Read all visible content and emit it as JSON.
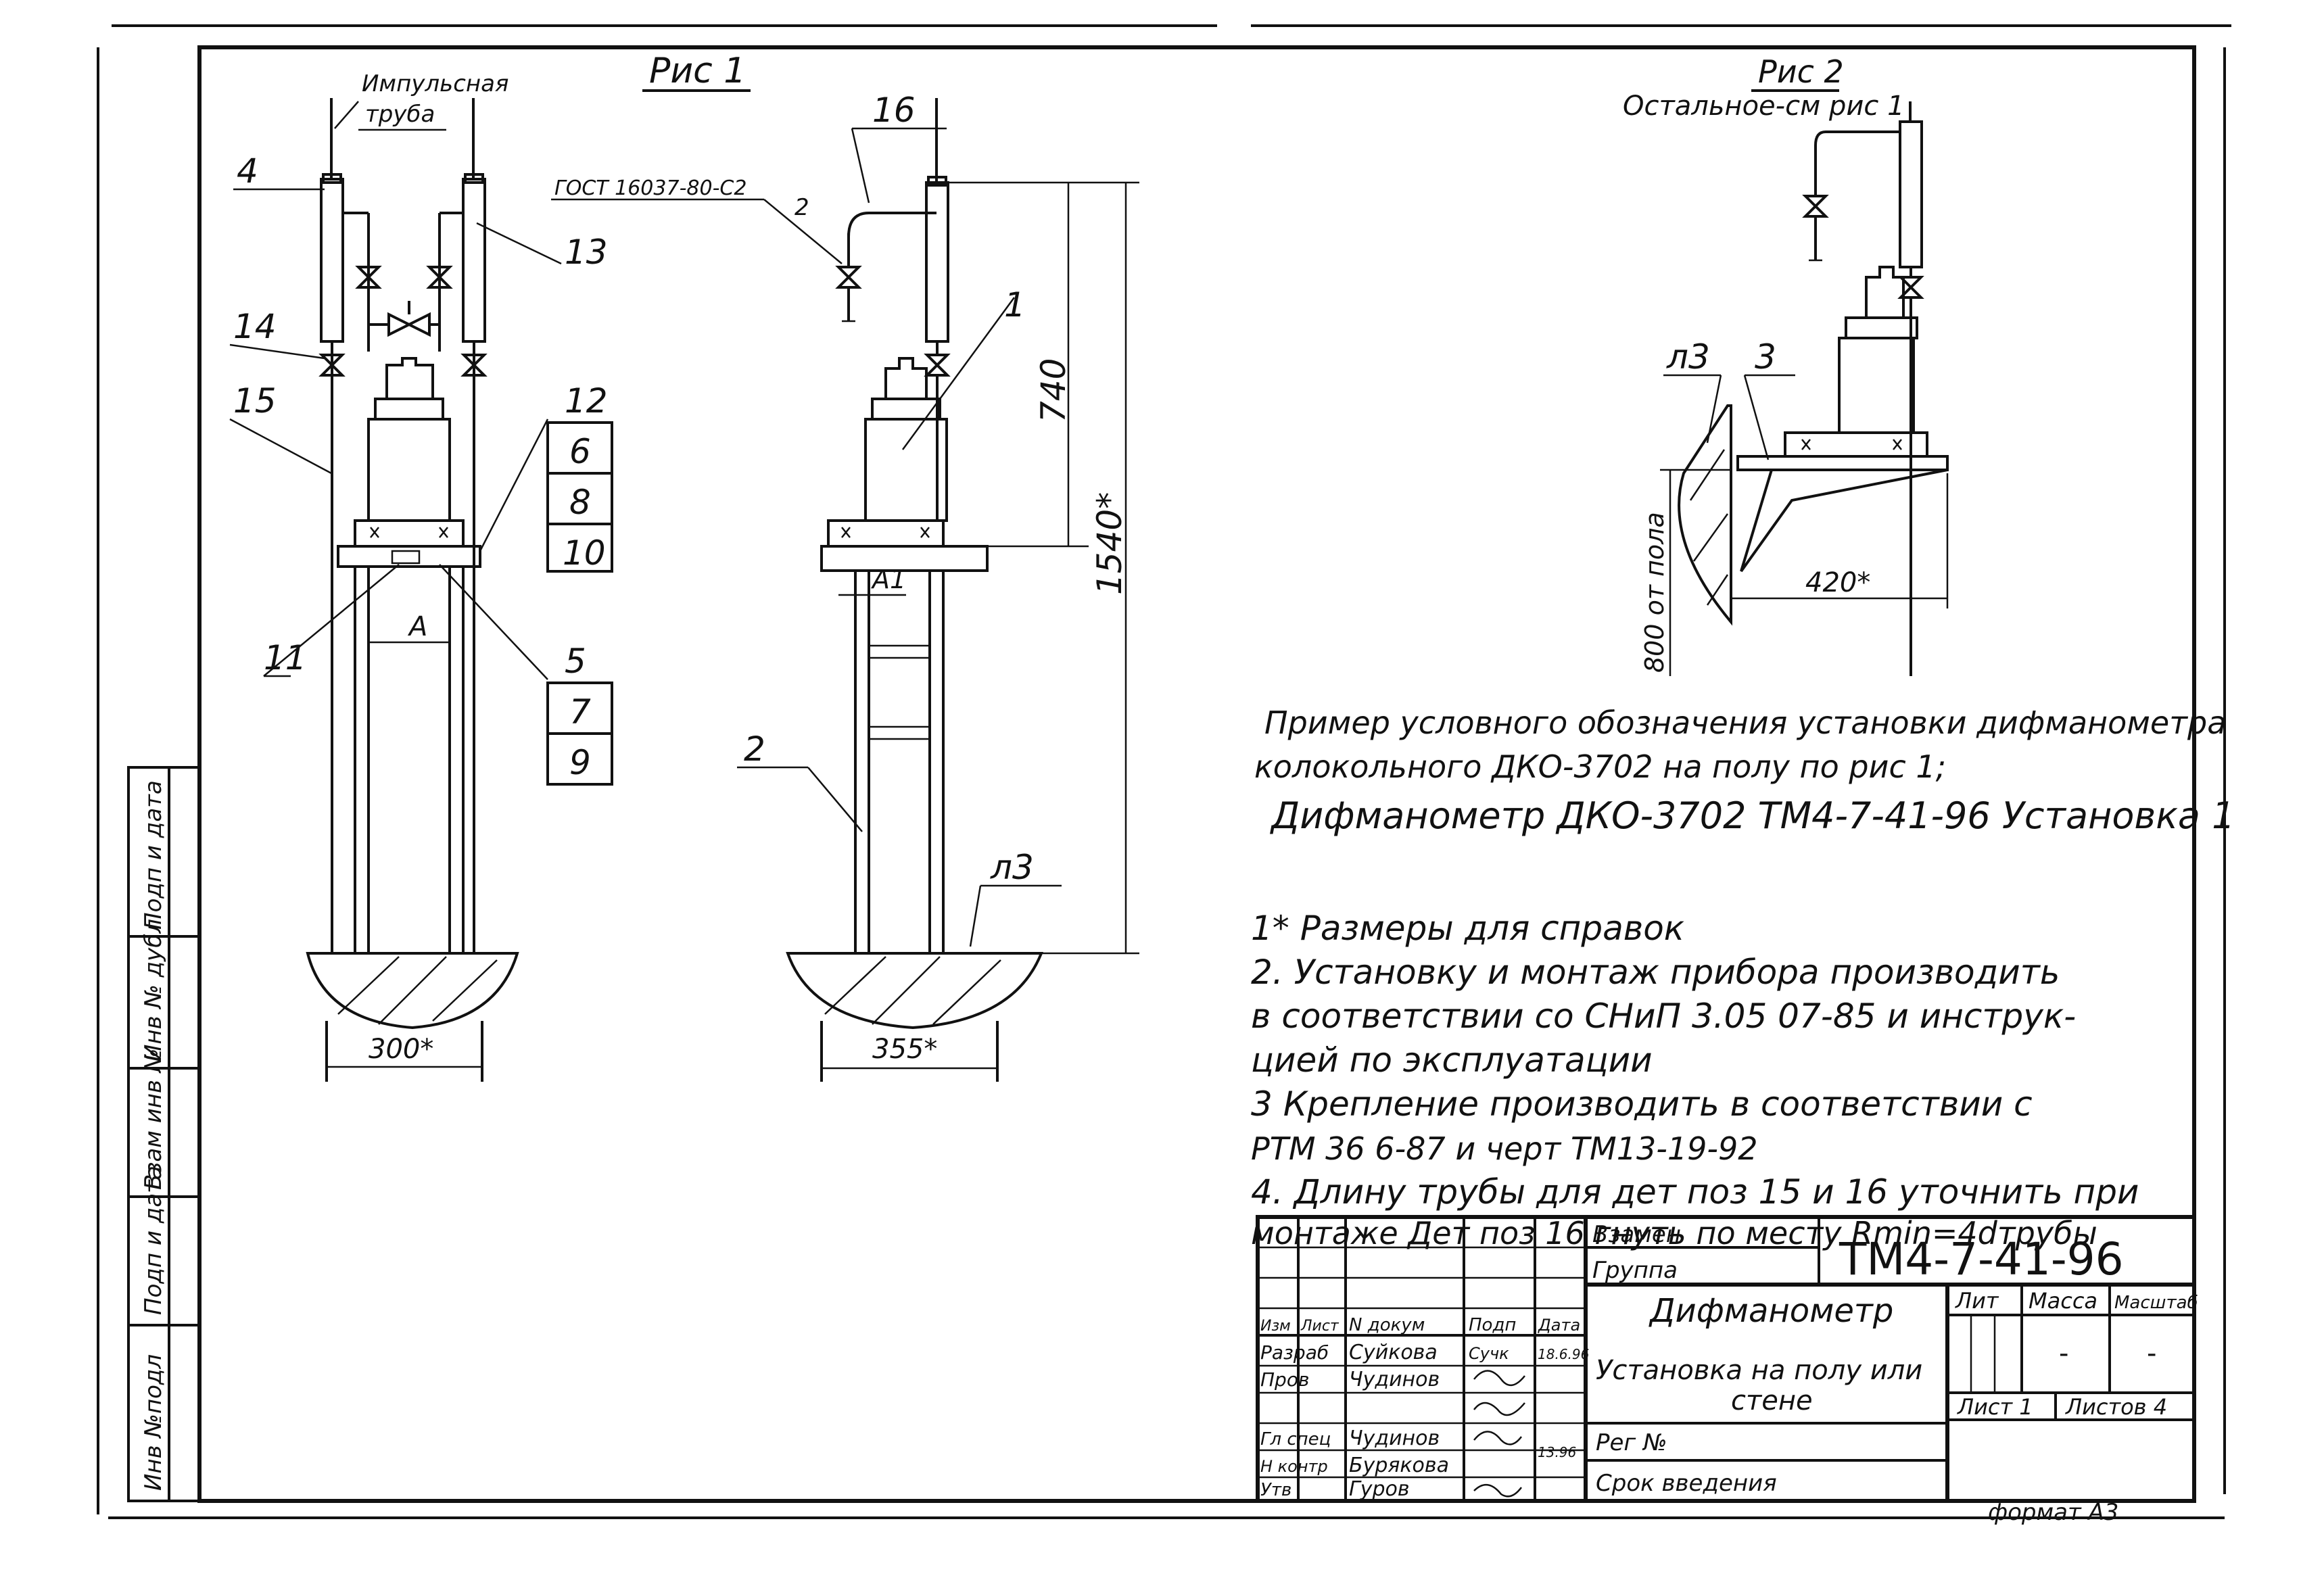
{
  "figure1": {
    "title": "Рис 1",
    "impulse_tube_line1": "Импульсная",
    "impulse_tube_line2": "труба",
    "gost_note": "ГОСТ 16037-80-С2",
    "dim_300": "300*",
    "dim_355": "355*",
    "dim_740": "740",
    "dim_1540": "1540*",
    "dim_A": "A",
    "dim_A1": "A1",
    "weld_mark": "2",
    "item_l3": "л3",
    "callouts": [
      "1",
      "2",
      "4",
      "11",
      "13",
      "14",
      "15",
      "16",
      "12",
      "6",
      "8",
      "10",
      "5",
      "7",
      "9"
    ]
  },
  "figure2": {
    "title": "Рис 2",
    "subtitle": "Остальное-см рис 1",
    "item_l3": "л3",
    "item_3": "3",
    "dim_420": "420*",
    "dim_800": "800 от пола"
  },
  "example": {
    "line1": "Пример условного обозначения установки дифманометра",
    "line2": "колокольного ДКО-3702 на полу по рис 1;",
    "line3": "Дифманометр ДКО-3702   ТМ4-7-41-96  Установка 1"
  },
  "notes": [
    "1* Размеры для справок",
    "2. Установку и монтаж прибора производить",
    "в соответствии со СНиП 3.05 07-85 и инструк-",
    "цией по эксплуатации",
    "3 Крепление производить в соответствии с",
    "РТМ 36 6-87 и черт ТМ13-19-92",
    "4. Длину трубы для дет поз 15 и 16 уточнить при",
    "монтаже Дет поз 16 гнуть по месту  Rmin=4dтрубы"
  ],
  "side_stamp": [
    "Инв №подл",
    "Подп и дата",
    "Взам инв №",
    "Инв № дубл",
    "Подп и дата"
  ],
  "title_block": {
    "replace": "Взамен",
    "group": "Группа",
    "doc_code": "ТМ4-7-41-96",
    "name_line1": "Дифманометр",
    "name_line2": "Установка на полу или",
    "name_line3": "стене",
    "reg_no": "Рег №",
    "intro_date": "Срок введения",
    "lit": "Лит",
    "mass": "Масса",
    "scale": "Масштаб",
    "mass_value": "-",
    "scale_value": "-",
    "sheet": "Лист 1",
    "sheets": "Листов 4",
    "header_cols": [
      "Изм",
      "Лист",
      "N докум",
      "Подп",
      "Дата"
    ],
    "rows": [
      {
        "role": "Разраб",
        "name": "Суйкова",
        "sign": "Сучк",
        "date": "18.6.96"
      },
      {
        "role": "Пров",
        "name": "Чудинов",
        "sign": "",
        "date": ""
      },
      {
        "role": "Гл спец",
        "name": "Чудинов",
        "sign": "",
        "date": ""
      },
      {
        "role": "Н контр",
        "name": "Бурякова",
        "sign": "",
        "date": "13.96"
      },
      {
        "role": "Утв",
        "name": "Гуров",
        "sign": "",
        "date": ""
      }
    ],
    "format": "формат А3"
  }
}
